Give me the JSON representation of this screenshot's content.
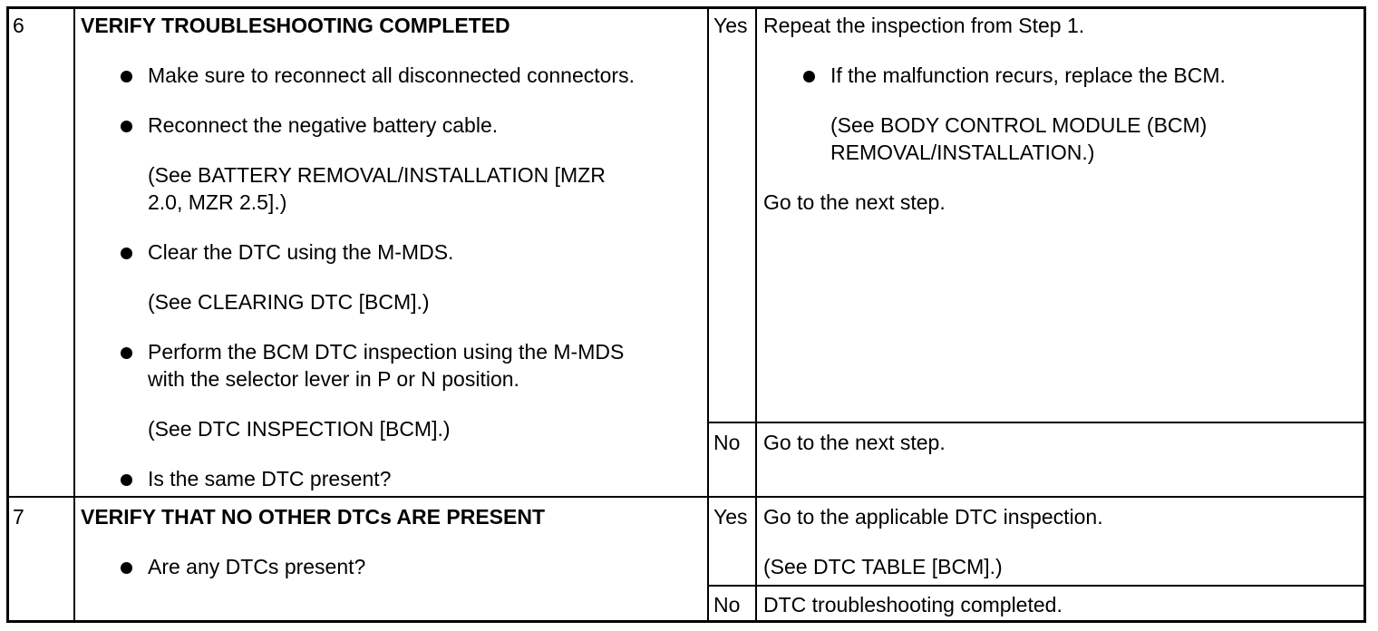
{
  "steps": [
    {
      "number": "6",
      "title": "VERIFY TROUBLESHOOTING COMPLETED",
      "items": [
        "Make sure to reconnect all disconnected connectors.",
        "Reconnect the negative battery cable.",
        "Clear the DTC using the M-MDS.",
        "Perform the BCM DTC inspection using the M-MDS",
        "with the selector lever in P or N position.",
        "Is the same DTC present?"
      ],
      "refs": [
        "(See BATTERY REMOVAL/INSTALLATION [MZR",
        "2.0, MZR 2.5].)",
        "(See CLEARING DTC [BCM].)",
        "(See DTC INSPECTION [BCM].)"
      ],
      "yes_label": "Yes",
      "yes_action": [
        "Repeat the inspection from Step 1.",
        "If the malfunction recurs, replace the BCM.",
        "(See BODY CONTROL MODULE (BCM)",
        "REMOVAL/INSTALLATION.)",
        "Go to the next step."
      ],
      "no_label": "No",
      "no_action": "Go to the next step."
    },
    {
      "number": "7",
      "title": "VERIFY THAT NO OTHER DTCs ARE PRESENT",
      "items": [
        "Are any DTCs present?"
      ],
      "yes_label": "Yes",
      "yes_action": [
        "Go to the applicable DTC inspection.",
        "(See DTC TABLE [BCM].)"
      ],
      "no_label": "No",
      "no_action": "DTC troubleshooting completed."
    }
  ]
}
